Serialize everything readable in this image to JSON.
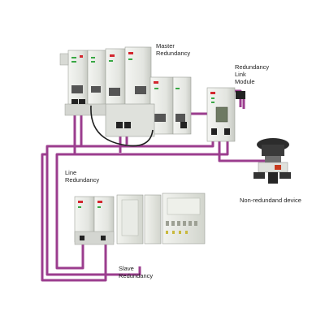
{
  "labels": {
    "master": [
      "Master",
      "Redundancy"
    ],
    "rlm": [
      "Redundancy",
      "Link",
      "Module"
    ],
    "line": [
      "Line",
      "Redundancy"
    ],
    "slave": [
      "Slave",
      "Redundancy"
    ],
    "nonredundant": "Non-redundand device"
  },
  "colors": {
    "cable": "#9b3d8e",
    "module_body": "#e6e8e3",
    "module_shadow": "#b9bcb5",
    "black_cable": "#1f1f1f",
    "brand": "#d3272f",
    "green_led": "#39a845"
  },
  "icons": {
    "controller": "plc-module-icon",
    "io": "io-module-icon",
    "device": "valve-actuator-icon"
  }
}
